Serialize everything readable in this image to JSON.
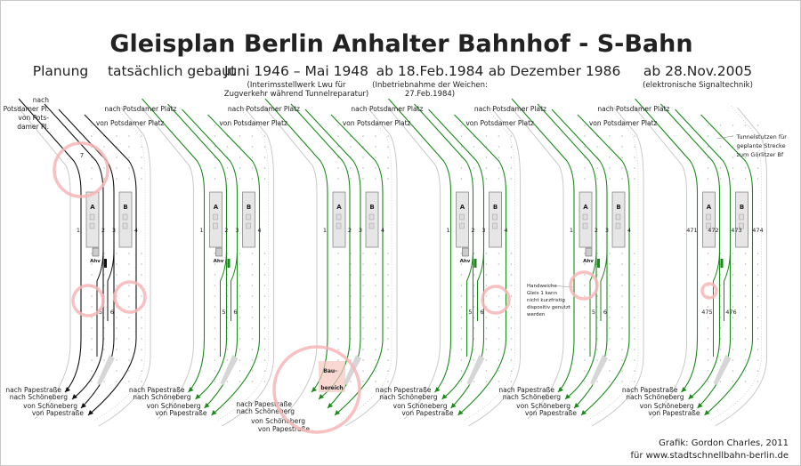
{
  "title": "Gleisplan Berlin Anhalter Bahnhof - S-Bahn",
  "colors": {
    "planned": "#111111",
    "built": "#1a8a1a",
    "highlight": "#f7b5b5",
    "wall": "#c9c9c9",
    "platform": "#e6e6e6",
    "construction": "#e33333"
  },
  "panels": [
    {
      "heading": "Planung",
      "subtitle": [],
      "color": "planned",
      "top_labels": [
        "nach",
        "Potsdamer Pl.",
        "von Pots-",
        "damer Pl."
      ],
      "tracks": [
        "1",
        "2",
        "3",
        "4",
        "5",
        "6",
        "7"
      ],
      "platforms": [
        "A",
        "B"
      ],
      "signalbox": "Ahv",
      "bottom_labels": [
        "nach Papestraße",
        "nach Schöneberg",
        "von Schöneberg",
        "von Papestraße"
      ]
    },
    {
      "heading": "tatsächlich gebaut",
      "subtitle": [],
      "color": "built",
      "top_labels": [
        "nach Potsdamer Platz",
        "von Potsdamer Platz"
      ],
      "tracks": [
        "1",
        "2",
        "3",
        "4",
        "5",
        "6"
      ],
      "platforms": [
        "A",
        "B"
      ],
      "signalbox": "Ahv",
      "bottom_labels": [
        "nach Papestraße",
        "nach Schöneberg",
        "von Schöneberg",
        "von Papestraße"
      ]
    },
    {
      "heading": "Juni 1946 – Mai 1948",
      "subtitle": [
        "(Interimsstellwerk Lwu für",
        "Zugverkehr während Tunnelreparatur)"
      ],
      "color": "built",
      "top_labels": [
        "nach Potsdamer Platz",
        "von Potsdamer Platz"
      ],
      "tracks": [
        "1",
        "2",
        "3",
        "4"
      ],
      "platforms": [
        "A",
        "B"
      ],
      "signalbox": "",
      "construction": [
        "Bau-",
        "bereich"
      ],
      "bottom_labels": [
        "nach Papestraße",
        "nach Schöneberg",
        "von Schöneberg",
        "von Papestraße"
      ]
    },
    {
      "heading": "ab 18.Feb.1984",
      "subtitle": [
        "(Inbetriebnahme der Weichen:",
        "27.Feb.1984)"
      ],
      "color": "built",
      "top_labels": [
        "nach Potsdamer Platz",
        "von Potsdamer Platz"
      ],
      "tracks": [
        "1",
        "2",
        "3",
        "4",
        "5",
        "6"
      ],
      "platforms": [
        "A",
        "B"
      ],
      "signalbox": "Ahv",
      "bottom_labels": [
        "nach Papestraße",
        "nach Schöneberg",
        "von Schöneberg",
        "von Papestraße"
      ]
    },
    {
      "heading": "ab Dezember 1986",
      "subtitle": [],
      "color": "built",
      "top_labels": [
        "nach Potsdamer Platz",
        "von Potsdamer Platz"
      ],
      "tracks": [
        "1",
        "2",
        "3",
        "4",
        "5",
        "6"
      ],
      "platforms": [
        "A",
        "B"
      ],
      "signalbox": "Ahv",
      "note": [
        "Handweiche –",
        "Gleis 1 kann",
        "nicht kurzfristig",
        "dispositiv genutzt",
        "werden"
      ],
      "bottom_labels": [
        "nach Papestraße",
        "nach Schöneberg",
        "von Schöneberg",
        "von Papestraße"
      ]
    },
    {
      "heading": "ab 28.Nov.2005",
      "subtitle": [
        "(elektronische Signaltechnik)"
      ],
      "color": "built",
      "top_labels": [
        "nach Potsdamer Platz",
        "von Potsdamer Platz"
      ],
      "tracks": [
        "471",
        "472",
        "473",
        "474",
        "475",
        "476"
      ],
      "platforms": [
        "A",
        "B"
      ],
      "signalbox": "",
      "note": [
        "Tunnelstutzen für",
        "geplante Strecke",
        "zum Görlitzer Bf"
      ],
      "bottom_labels": [
        "nach Papestraße",
        "nach Schöneberg",
        "von Schöneberg",
        "von Papestraße"
      ]
    }
  ],
  "footer": {
    "credit": "Grafik: Gordon Charles, 2011",
    "site": "für www.stadtschnellbahn-berlin.de"
  }
}
